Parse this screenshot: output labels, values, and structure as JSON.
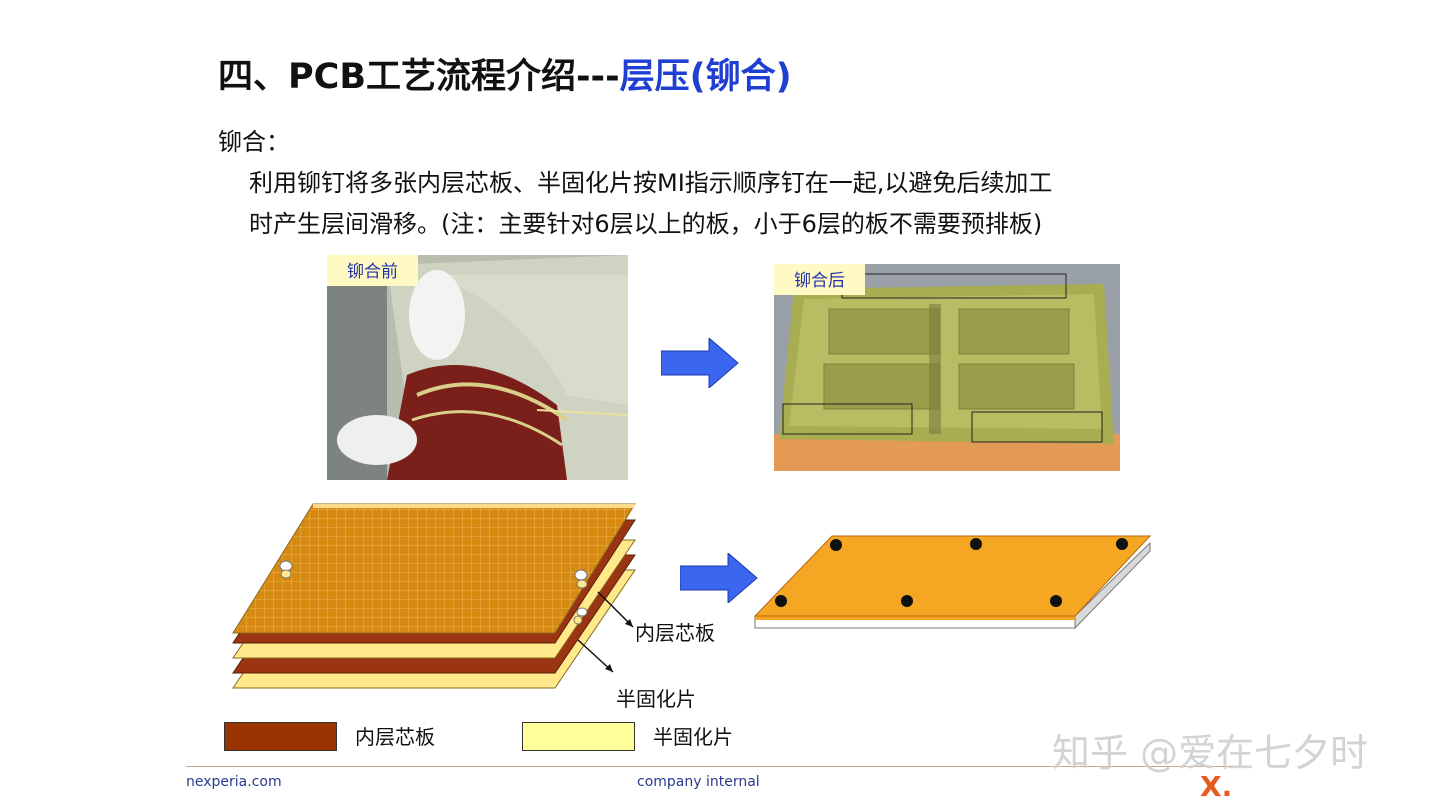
{
  "slide": {
    "title_main": "四、PCB工艺流程介绍---",
    "title_accent": "层压(铆合)",
    "subtitle": "铆合：",
    "body_line1": "利用铆钉将多张内层芯板、半固化片按MI指示顺序钉在一起,以避免后续加工",
    "body_line2": "时产生层间滑移。(注：主要针对6层以上的板，小于6层的板不需要预排板)"
  },
  "photos": {
    "before_label": "铆合前",
    "after_label": "铆合后"
  },
  "diagram": {
    "callout_core": "内层芯板",
    "callout_prepreg": "半固化片"
  },
  "legend": {
    "core_label": "内层芯板",
    "core_color": "#993300",
    "prepreg_label": "半固化片",
    "prepreg_color": "#ffff99"
  },
  "colors": {
    "accent": "#1f3fd3",
    "arrow": "#3a66f0",
    "board_orange": "#f5a623"
  },
  "footer": {
    "left": "nexperia.com",
    "center": "company internal",
    "watermark": "知乎 @爱在七夕时",
    "logo": "X."
  }
}
